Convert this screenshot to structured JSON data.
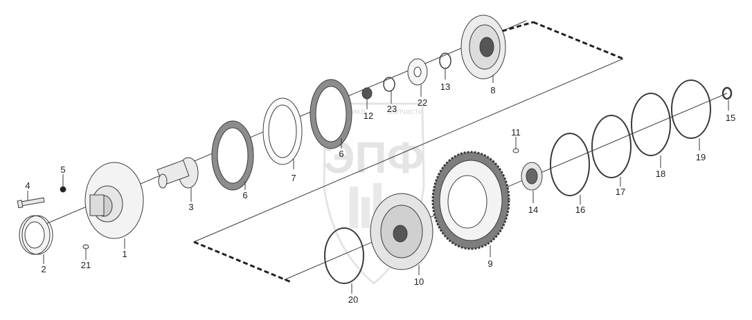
{
  "watermark": {
    "logo_text": "ЭПФ",
    "caption_left": "Техника",
    "caption_right": "Запчасти",
    "color": "#cfcfcf"
  },
  "colors": {
    "line": "#3a3a3a",
    "part_fill": "#f3f3f3",
    "part_dark": "#9a9a9a",
    "label": "#1e1e1e"
  },
  "callouts": [
    {
      "id": "1",
      "text": "1"
    },
    {
      "id": "2",
      "text": "2"
    },
    {
      "id": "3",
      "text": "3"
    },
    {
      "id": "4",
      "text": "4"
    },
    {
      "id": "5",
      "text": "5"
    },
    {
      "id": "6a",
      "text": "6"
    },
    {
      "id": "6b",
      "text": "6"
    },
    {
      "id": "7",
      "text": "7"
    },
    {
      "id": "8",
      "text": "8"
    },
    {
      "id": "9",
      "text": "9"
    },
    {
      "id": "10",
      "text": "10"
    },
    {
      "id": "11",
      "text": "11"
    },
    {
      "id": "12",
      "text": "12"
    },
    {
      "id": "13",
      "text": "13"
    },
    {
      "id": "14",
      "text": "14"
    },
    {
      "id": "15",
      "text": "15"
    },
    {
      "id": "16",
      "text": "16"
    },
    {
      "id": "17",
      "text": "17"
    },
    {
      "id": "18",
      "text": "18"
    },
    {
      "id": "19",
      "text": "19"
    },
    {
      "id": "20",
      "text": "20"
    },
    {
      "id": "21",
      "text": "21"
    },
    {
      "id": "22",
      "text": "22"
    },
    {
      "id": "23",
      "text": "23"
    }
  ]
}
